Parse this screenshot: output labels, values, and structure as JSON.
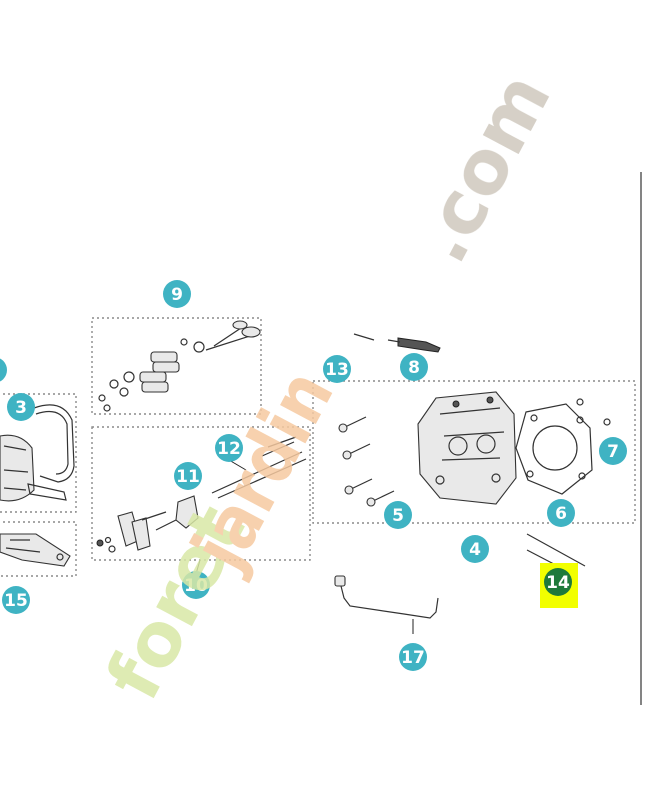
{
  "colors": {
    "callout": "#3fb3c3",
    "callout_highlight_bg": "#f2ff00",
    "callout_highlight_circle": "#1f7a3b",
    "watermark_green": "#d8e8a6",
    "watermark_orange": "#f6c9a0",
    "watermark_grey": "#cfc8bd"
  },
  "callouts": [
    {
      "id": "3",
      "label": "3"
    },
    {
      "id": "4",
      "label": "4"
    },
    {
      "id": "5",
      "label": "5"
    },
    {
      "id": "6",
      "label": "6"
    },
    {
      "id": "7",
      "label": "7"
    },
    {
      "id": "8",
      "label": "8"
    },
    {
      "id": "9",
      "label": "9"
    },
    {
      "id": "10",
      "label": "10"
    },
    {
      "id": "11",
      "label": "11"
    },
    {
      "id": "12",
      "label": "12"
    },
    {
      "id": "13",
      "label": "13"
    },
    {
      "id": "14",
      "label": "14",
      "highlighted": true
    },
    {
      "id": "15",
      "label": "15"
    },
    {
      "id": "17",
      "label": "17"
    }
  ],
  "watermark": {
    "part1": "foret",
    "part2": "jardin",
    "part3": ".com"
  }
}
